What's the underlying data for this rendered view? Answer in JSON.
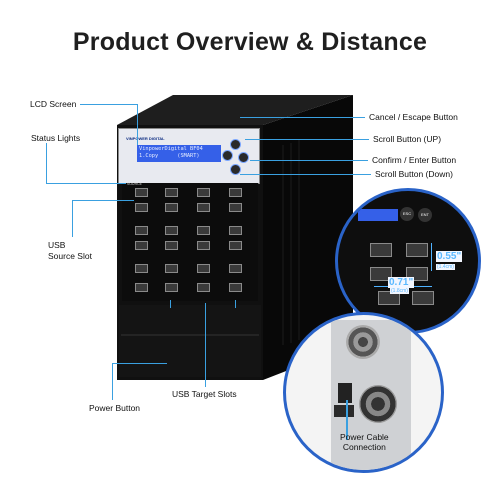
{
  "title": "Product Overview & Distance",
  "labels": {
    "lcd_screen": "LCD Screen",
    "status_lights": "Status Lights",
    "usb_source": "USB\nSource Slot",
    "power_button": "Power Button",
    "usb_target": "USB Target Slots",
    "cancel": "Cancel / Escape Button",
    "scroll_up": "Scroll Button (UP)",
    "confirm": "Confirm / Enter Button",
    "scroll_down": "Scroll Button (Down)",
    "power_cable": "Power Cable\nConnection"
  },
  "lcd": {
    "line1": "VinpowerDigital BF04",
    "line2": "1.Copy      (SMART)"
  },
  "brand": "VINPOWER DIGITAL",
  "source_label": "SOURCE",
  "dimensions": {
    "height_in": "0.55\"",
    "height_cm": "(1.4cm)",
    "width_in": "0.71\"",
    "width_cm": "(1.8cm)"
  },
  "zoom_buttons": {
    "esc": "ESC",
    "ent": "ENT"
  },
  "colors": {
    "accent": "#3aa0e0",
    "ring": "#2a63c8",
    "tower": "#0d0d0d"
  }
}
